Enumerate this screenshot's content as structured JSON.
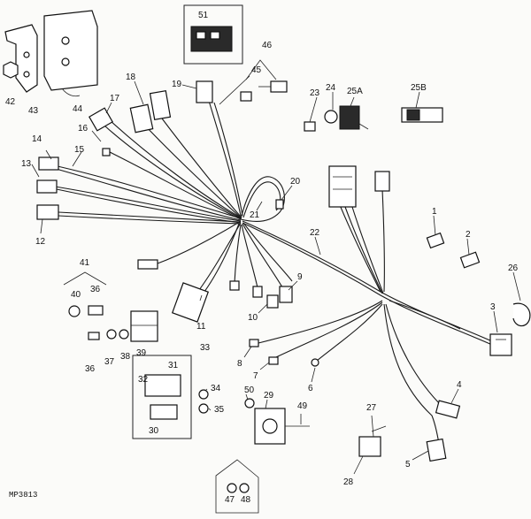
{
  "figure_ref": "MP3813",
  "callouts": [
    {
      "id": "c1",
      "text": "1"
    },
    {
      "id": "c2",
      "text": "2"
    },
    {
      "id": "c3",
      "text": "3"
    },
    {
      "id": "c4",
      "text": "4"
    },
    {
      "id": "c5",
      "text": "5"
    },
    {
      "id": "c6",
      "text": "6"
    },
    {
      "id": "c7",
      "text": "7"
    },
    {
      "id": "c8",
      "text": "8"
    },
    {
      "id": "c9",
      "text": "9"
    },
    {
      "id": "c10",
      "text": "10"
    },
    {
      "id": "c11",
      "text": "11"
    },
    {
      "id": "c12",
      "text": "12"
    },
    {
      "id": "c13",
      "text": "13"
    },
    {
      "id": "c14",
      "text": "14"
    },
    {
      "id": "c15",
      "text": "15"
    },
    {
      "id": "c16",
      "text": "16"
    },
    {
      "id": "c17",
      "text": "17"
    },
    {
      "id": "c18",
      "text": "18"
    },
    {
      "id": "c19",
      "text": "19"
    },
    {
      "id": "c20",
      "text": "20"
    },
    {
      "id": "c21",
      "text": "21"
    },
    {
      "id": "c22",
      "text": "22"
    },
    {
      "id": "c23",
      "text": "23"
    },
    {
      "id": "c24",
      "text": "24"
    },
    {
      "id": "c25A",
      "text": "25A"
    },
    {
      "id": "c25B",
      "text": "25B"
    },
    {
      "id": "c26",
      "text": "26"
    },
    {
      "id": "c27",
      "text": "27"
    },
    {
      "id": "c28",
      "text": "28"
    },
    {
      "id": "c29",
      "text": "29"
    },
    {
      "id": "c30",
      "text": "30"
    },
    {
      "id": "c31",
      "text": "31"
    },
    {
      "id": "c32",
      "text": "32"
    },
    {
      "id": "c33",
      "text": "33"
    },
    {
      "id": "c34",
      "text": "34"
    },
    {
      "id": "c35",
      "text": "35"
    },
    {
      "id": "c36a",
      "text": "36"
    },
    {
      "id": "c36b",
      "text": "36"
    },
    {
      "id": "c37",
      "text": "37"
    },
    {
      "id": "c38",
      "text": "38"
    },
    {
      "id": "c39",
      "text": "39"
    },
    {
      "id": "c40",
      "text": "40"
    },
    {
      "id": "c41",
      "text": "41"
    },
    {
      "id": "c42",
      "text": "42"
    },
    {
      "id": "c43",
      "text": "43"
    },
    {
      "id": "c44",
      "text": "44"
    },
    {
      "id": "c45",
      "text": "45"
    },
    {
      "id": "c46",
      "text": "46"
    },
    {
      "id": "c47",
      "text": "47"
    },
    {
      "id": "c48",
      "text": "48"
    },
    {
      "id": "c49",
      "text": "49"
    },
    {
      "id": "c50",
      "text": "50"
    },
    {
      "id": "c51",
      "text": "51"
    }
  ]
}
